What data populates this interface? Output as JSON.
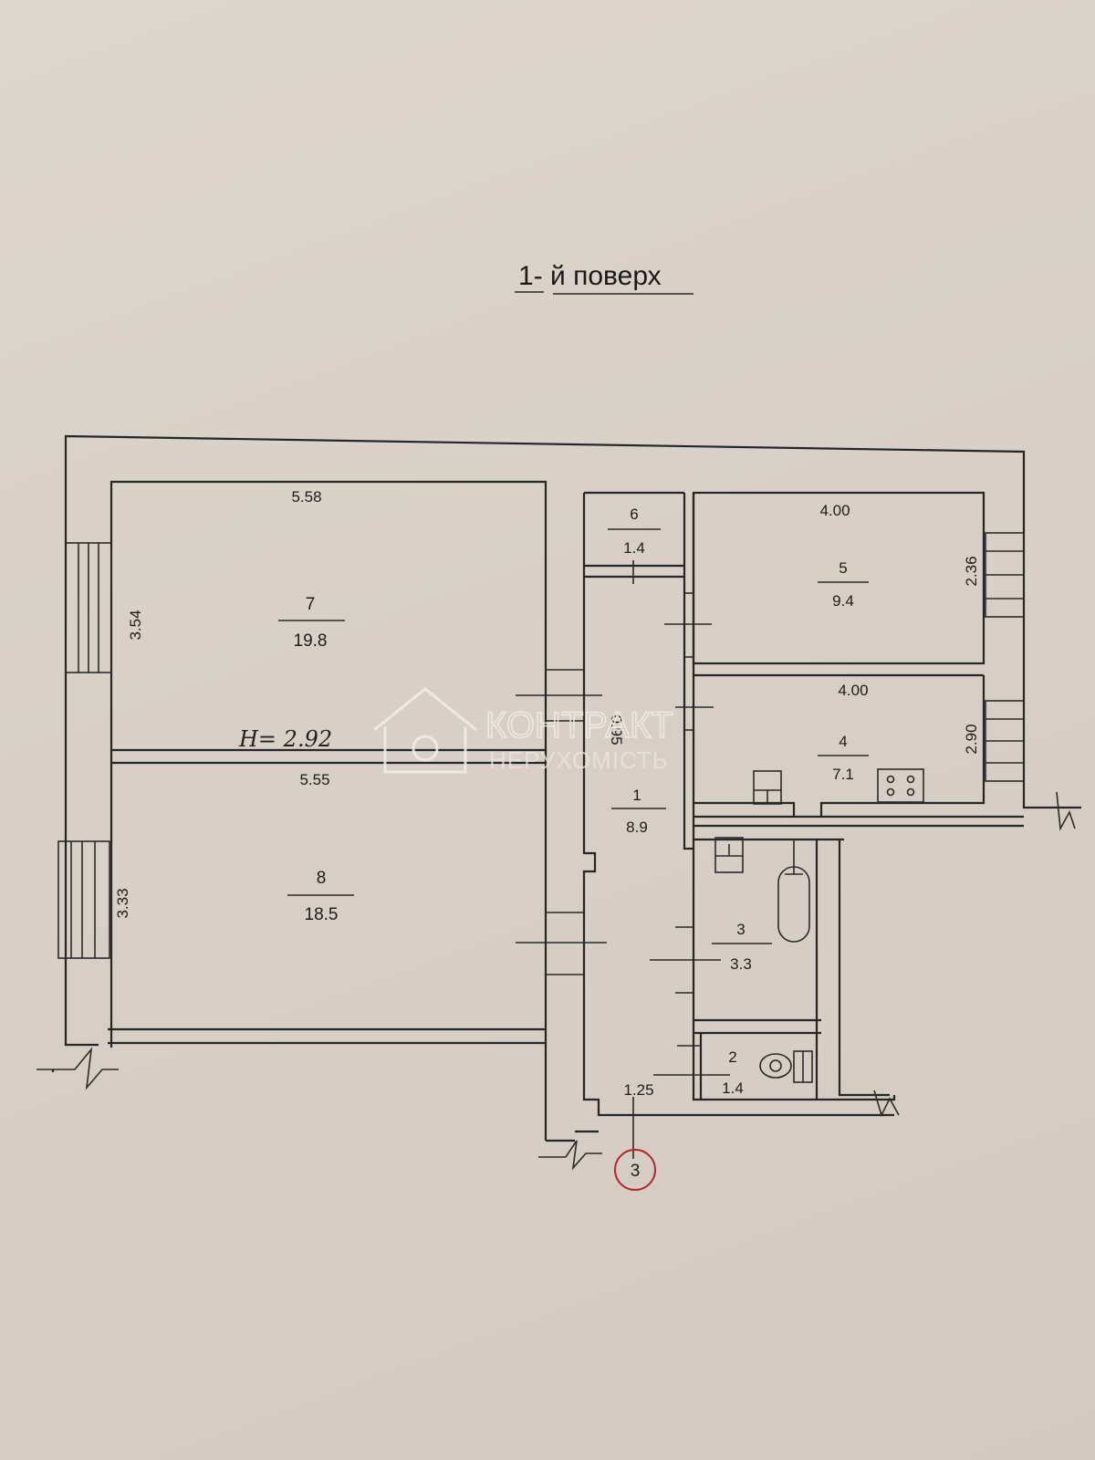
{
  "title": "1- й поверх",
  "ceiling_height": "H= 2.92",
  "rooms": [
    {
      "number": "7",
      "area": "19.8",
      "width": "5.58",
      "depth": "3.54"
    },
    {
      "number": "8",
      "area": "18.5",
      "width": "5.55",
      "depth": "3.33"
    },
    {
      "number": "6",
      "area": "1.4"
    },
    {
      "number": "5",
      "area": "9.4",
      "width": "4.00",
      "depth": "2.36"
    },
    {
      "number": "4",
      "area": "7.1",
      "width": "4.00",
      "depth": "2.90"
    },
    {
      "number": "1",
      "area": "8.9",
      "width": "1.25",
      "extra": "0.95"
    },
    {
      "number": "3",
      "area": "3.3"
    },
    {
      "number": "2",
      "area": "1.4"
    }
  ],
  "entrance_marker": "3",
  "watermark": {
    "line1": "КОНТРАКТ",
    "line2": "НЕРУХОМІСТЬ"
  },
  "colors": {
    "paper": "#d9d1c8",
    "ink": "#262626",
    "marker": "#b3262b",
    "watermark": "#f0ece6"
  }
}
